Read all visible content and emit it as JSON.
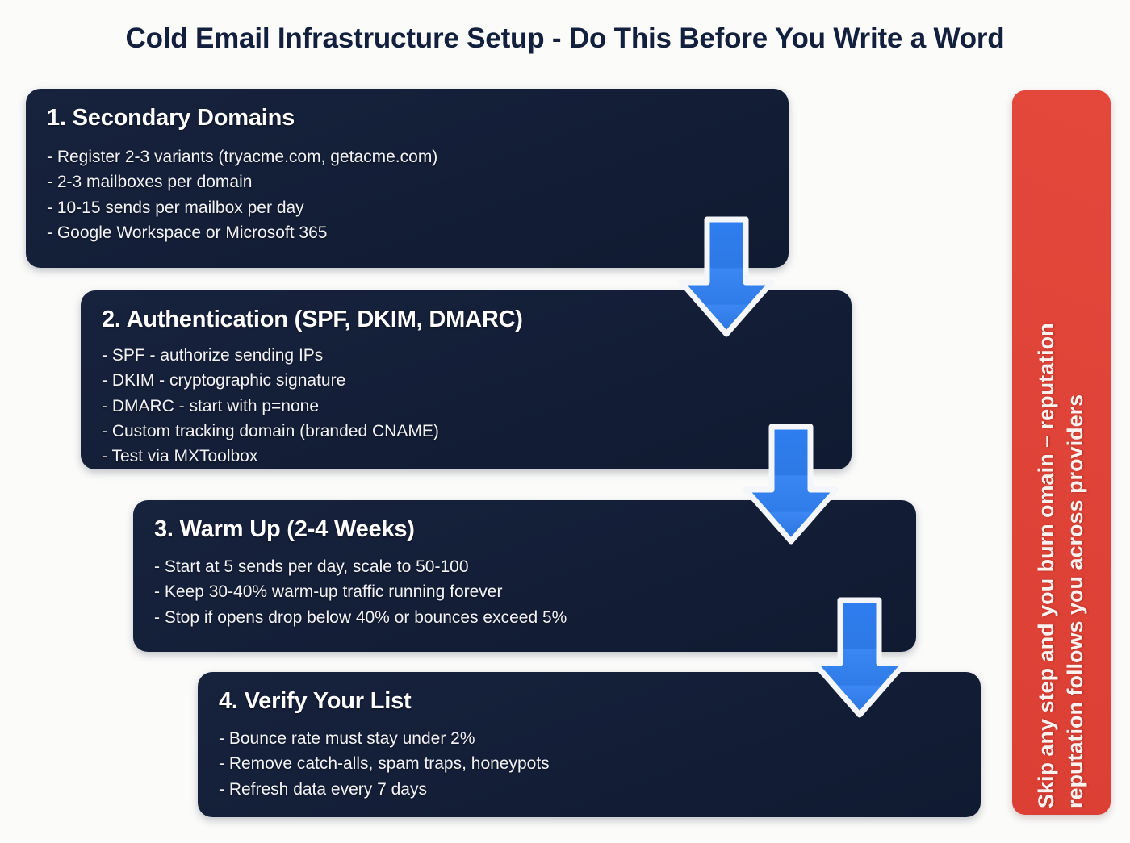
{
  "page": {
    "title": "Cold Email Infrastructure Setup - Do This Before You Write a Word",
    "background_color": "#fbfbfa",
    "card_color": "#131e38",
    "arrow_color": "#2e7ded",
    "banner_color": "#e04338"
  },
  "steps": [
    {
      "title": "1. Secondary Domains",
      "bullets": [
        "- Register 2-3 variants (tryacme.com, getacme.com)",
        "- 2-3 mailboxes per domain",
        "- 10-15 sends per mailbox per day",
        "- Google Workspace or Microsoft 365"
      ]
    },
    {
      "title": "2. Authentication (SPF, DKIM, DMARC)",
      "bullets": [
        "- SPF - authorize sending IPs",
        "- DKIM - cryptographic signature",
        "- DMARC - start with p=none",
        "- Custom tracking domain (branded CNAME)",
        "- Test via MXToolbox"
      ]
    },
    {
      "title": "3. Warm Up (2-4 Weeks)",
      "bullets": [
        "- Start at 5 sends per day, scale to 50-100",
        "- Keep 30-40% warm-up traffic running forever",
        "- Stop if opens drop below 40% or bounces exceed 5%"
      ]
    },
    {
      "title": "4. Verify Your List",
      "bullets": [
        "- Bounce rate must stay under 2%",
        "- Remove catch-alls, spam traps, honeypots",
        "- Refresh data every 7 days"
      ]
    }
  ],
  "arrows": [
    {
      "name": "arrow-step-1-to-2",
      "direction": "down"
    },
    {
      "name": "arrow-step-2-to-3",
      "direction": "down"
    },
    {
      "name": "arrow-step-3-to-4",
      "direction": "down"
    }
  ],
  "warning": {
    "line1": "Skip any step and you burn omain – reputation",
    "line2": "reputation follows you across providers"
  }
}
